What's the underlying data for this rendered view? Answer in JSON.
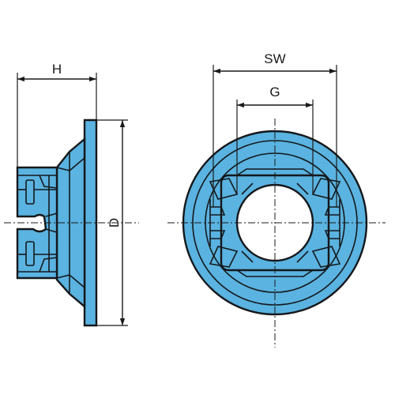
{
  "labels": {
    "height": "H",
    "diameter": "D",
    "wrench_size": "SW",
    "thread": "G"
  },
  "colors": {
    "part_fill": "#5ab3e0",
    "outline": "#15181c",
    "dimension": "#1a1a1a",
    "background": "#ffffff"
  }
}
